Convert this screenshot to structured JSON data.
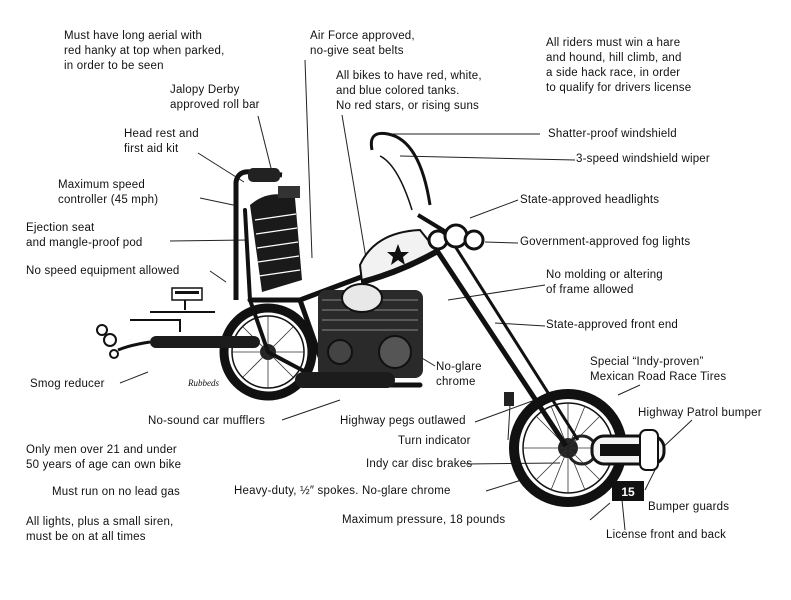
{
  "labels": {
    "aerial": "Must have long aerial with\nred hanky at top when parked,\nin order to be seen",
    "seat_belts": "Air Force approved,\nno-give seat belts",
    "hare_hound": "All riders must win a hare\nand hound, hill climb, and\na side hack race, in order\nto qualify for drivers license",
    "roll_bar": "Jalopy Derby\napproved roll bar",
    "tanks": "All bikes to have red, white,\nand blue colored tanks.\nNo red stars, or rising suns",
    "head_rest": "Head rest and\nfirst aid kit",
    "windshield": "Shatter-proof windshield",
    "wiper": "3-speed windshield wiper",
    "speed_controller": "Maximum speed\ncontroller (45 mph)",
    "headlights": "State-approved headlights",
    "ejection_seat": "Ejection seat\nand mangle-proof pod",
    "fog_lights": "Government-approved fog lights",
    "no_speed_equipment": "No speed equipment allowed",
    "no_molding": "No molding or altering\nof frame allowed",
    "front_end": "State-approved front end",
    "indy_tires": "Special “Indy-proven”\nMexican Road Race Tires",
    "smog_reducer": "Smog reducer",
    "no_glare_chrome": "No-glare\nchrome",
    "mufflers": "No-sound car mufflers",
    "highway_pegs": "Highway pegs outlawed",
    "patrol_bumper": "Highway Patrol bumper",
    "turn_indicator": "Turn indicator",
    "age_rule": "Only men over 21 and under\n50 years of age can own bike",
    "disc_brakes": "Indy car disc brakes",
    "lead_gas": "Must run on no lead gas",
    "spokes": "Heavy-duty, ½″ spokes. No-glare chrome",
    "bumper_guards": "Bumper guards",
    "lights_siren": "All lights, plus a small siren,\nmust be on at all times",
    "max_pressure": "Maximum pressure, 18 pounds",
    "license": "License front and back"
  },
  "artwork": {
    "license_plate_text": "15",
    "artist_signature": "Rubbeds"
  }
}
